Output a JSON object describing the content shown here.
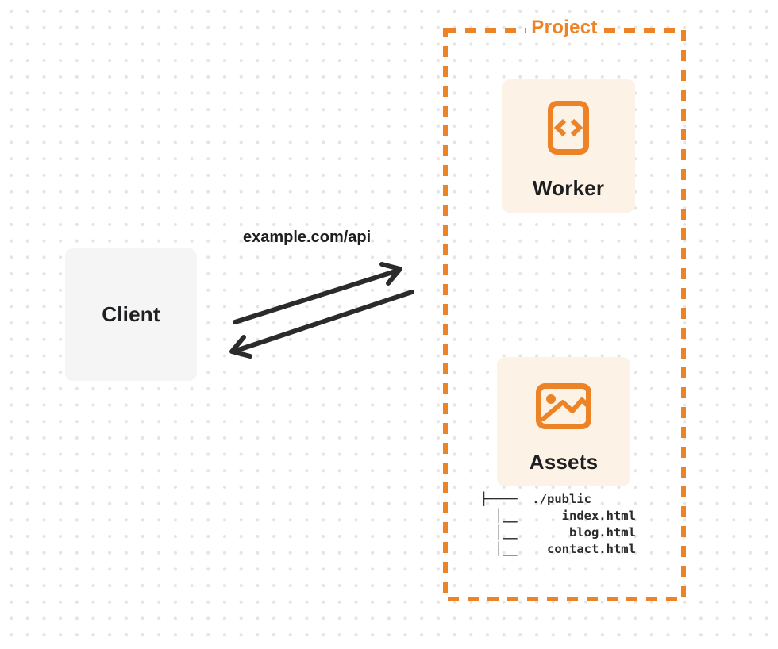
{
  "client": {
    "label": "Client"
  },
  "request": {
    "label": "example.com/api"
  },
  "project": {
    "label": "Project",
    "worker": {
      "label": "Worker",
      "icon": "code-file-icon"
    },
    "assets": {
      "label": "Assets",
      "icon": "image-icon"
    },
    "file_tree": {
      "root": "./public",
      "files": [
        "index.html",
        "blog.html",
        "contact.html"
      ],
      "lines": [
        "├────  ./public",
        "  │__      index.html",
        "  │__       blog.html",
        "  │__    contact.html"
      ]
    }
  },
  "colors": {
    "accent_orange": "#ed8327",
    "panel_cream": "#fdf2e6",
    "client_gray": "#f5f5f6",
    "ink": "#2b2b2b",
    "dot_grid": "#e4e4e7"
  }
}
